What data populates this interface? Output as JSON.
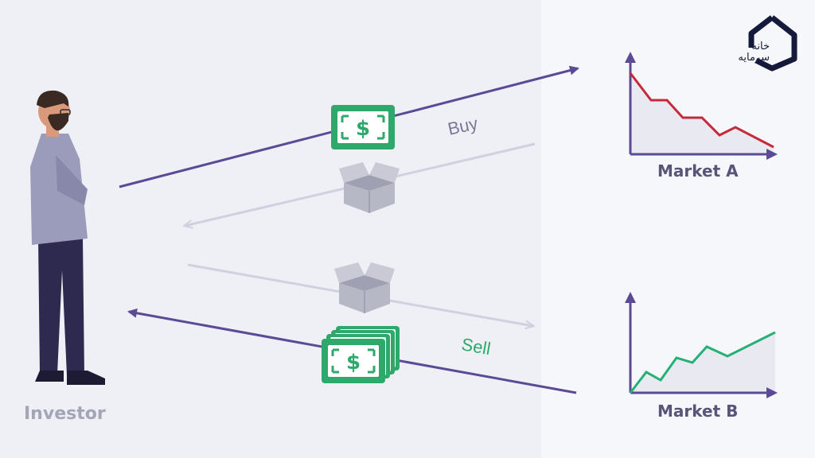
{
  "labels": {
    "investor": "Investor",
    "buy": "Buy",
    "sell": "Sell",
    "market_a": "Market A",
    "market_b": "Market B"
  },
  "logo": {
    "text_line1": "خانه",
    "text_line2": "سرمایه",
    "color": "#161a3a"
  },
  "icons": {
    "money": "dollar-bill-icon",
    "money_stack": "dollar-bill-stack-icon",
    "product": "box-icon",
    "person": "investor-figure"
  },
  "colors": {
    "background": "#eef0f6",
    "arrow_strong": "#5b4a96",
    "arrow_faint": "#cfd1e0",
    "money_green": "#2fa86b",
    "box_gray": "#b7b8c6",
    "market_a_line": "#c62a3a",
    "market_b_line": "#27b074",
    "axis": "#5b4a96"
  },
  "market_a_trend": "down",
  "market_b_trend": "up"
}
